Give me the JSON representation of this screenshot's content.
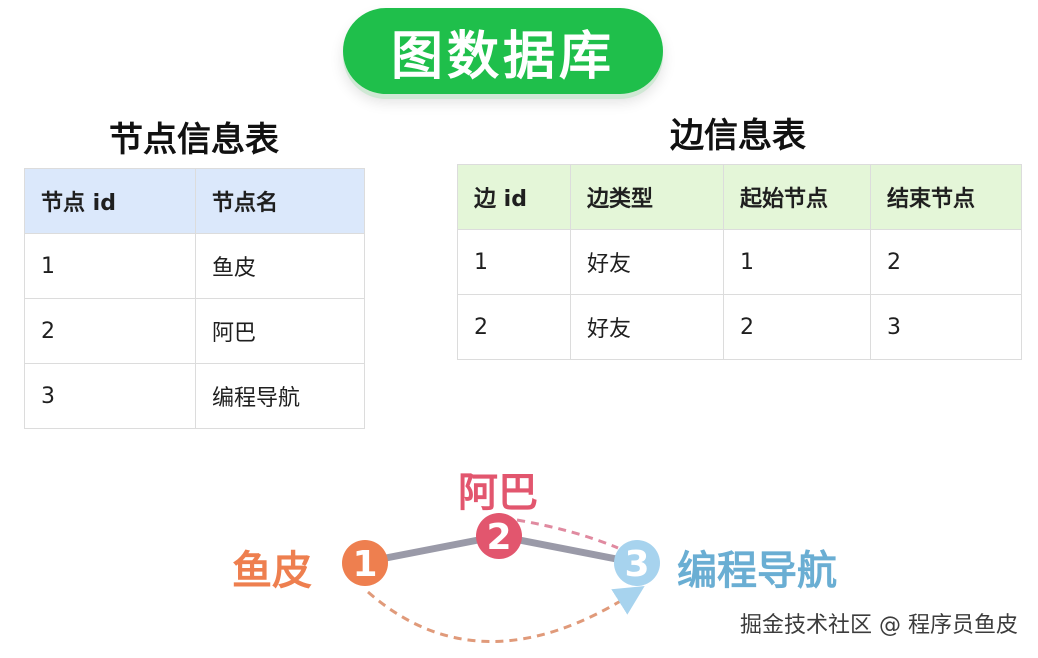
{
  "title": "图数据库",
  "node_table": {
    "heading": "节点信息表",
    "columns": [
      "节点 id",
      "节点名"
    ],
    "rows": [
      [
        "1",
        "鱼皮"
      ],
      [
        "2",
        "阿巴"
      ],
      [
        "3",
        "编程导航"
      ]
    ]
  },
  "edge_table": {
    "heading": "边信息表",
    "columns": [
      "边 id",
      "边类型",
      "起始节点",
      "结束节点"
    ],
    "rows": [
      [
        "1",
        "好友",
        "1",
        "2"
      ],
      [
        "2",
        "好友",
        "2",
        "3"
      ]
    ]
  },
  "graph": {
    "nodes": [
      {
        "id": "1",
        "label": "鱼皮",
        "color": "#ee7f4f"
      },
      {
        "id": "2",
        "label": "阿巴",
        "color": "#e2566e"
      },
      {
        "id": "3",
        "label": "编程导航",
        "color": "#a7d3ee"
      }
    ],
    "edges": [
      {
        "from": "1",
        "to": "2"
      },
      {
        "from": "2",
        "to": "3"
      }
    ],
    "edge_color": "#9a9aa8",
    "label_colors": {
      "1": "#ee7f4f",
      "2": "#e2566e",
      "3": "#6aaed3"
    }
  },
  "watermark": "掘金技术社区 @ 程序员鱼皮"
}
